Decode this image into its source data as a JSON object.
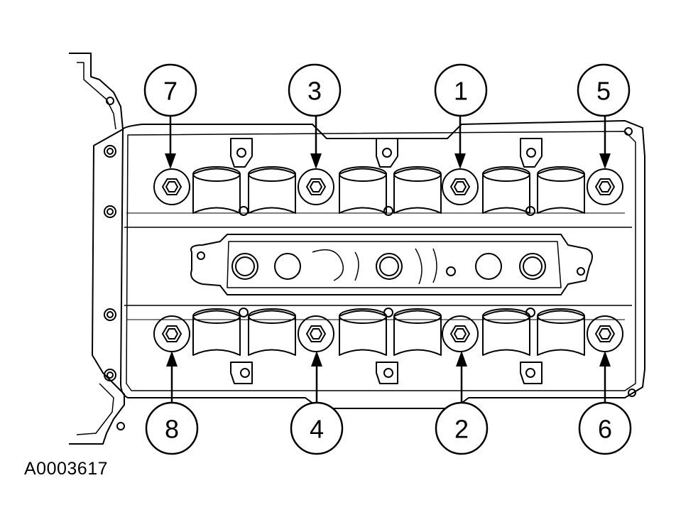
{
  "figure": {
    "reference_code": "A0003617",
    "colors": {
      "line": "#000000",
      "background": "#ffffff"
    },
    "callouts": [
      {
        "id": "7",
        "label": "7",
        "position": "top"
      },
      {
        "id": "3",
        "label": "3",
        "position": "top"
      },
      {
        "id": "1",
        "label": "1",
        "position": "top"
      },
      {
        "id": "5",
        "label": "5",
        "position": "top"
      },
      {
        "id": "8",
        "label": "8",
        "position": "bottom"
      },
      {
        "id": "4",
        "label": "4",
        "position": "bottom"
      },
      {
        "id": "2",
        "label": "2",
        "position": "bottom"
      },
      {
        "id": "6",
        "label": "6",
        "position": "bottom"
      }
    ]
  }
}
